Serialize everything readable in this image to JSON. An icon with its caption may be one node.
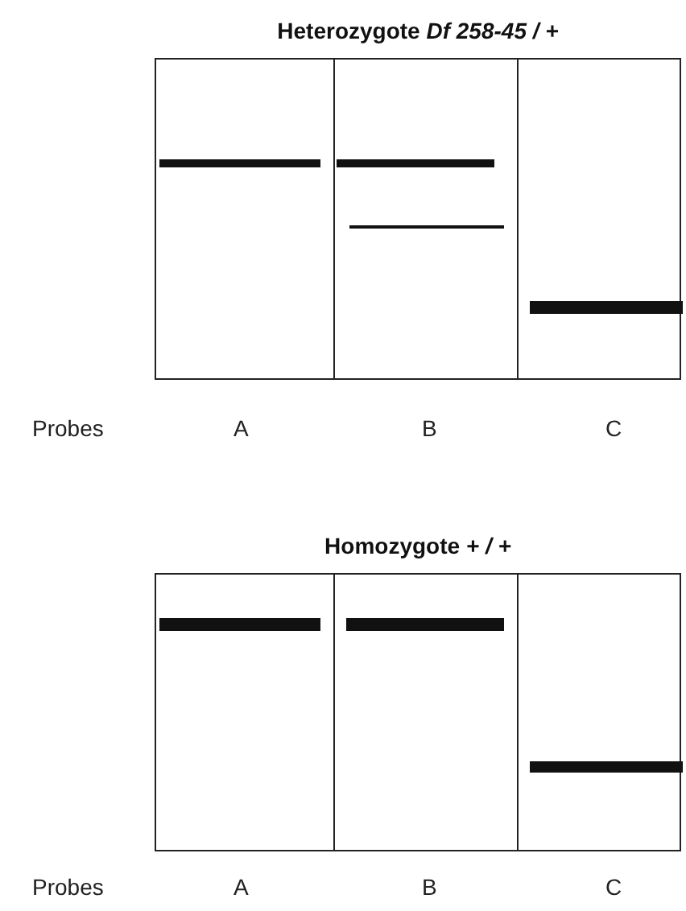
{
  "diagram": {
    "nodes": [
      {
        "text": [
          "Heterozygote *Df 258-45 / +*"
        ]
      },
      {
        "text": [
          "Homozygote *+ / +*"
        ]
      }
    ],
    "labels": [
      "Probes",
      "A",
      "B",
      "C",
      "Probes",
      "A",
      "B",
      "C"
    ]
  }
}
